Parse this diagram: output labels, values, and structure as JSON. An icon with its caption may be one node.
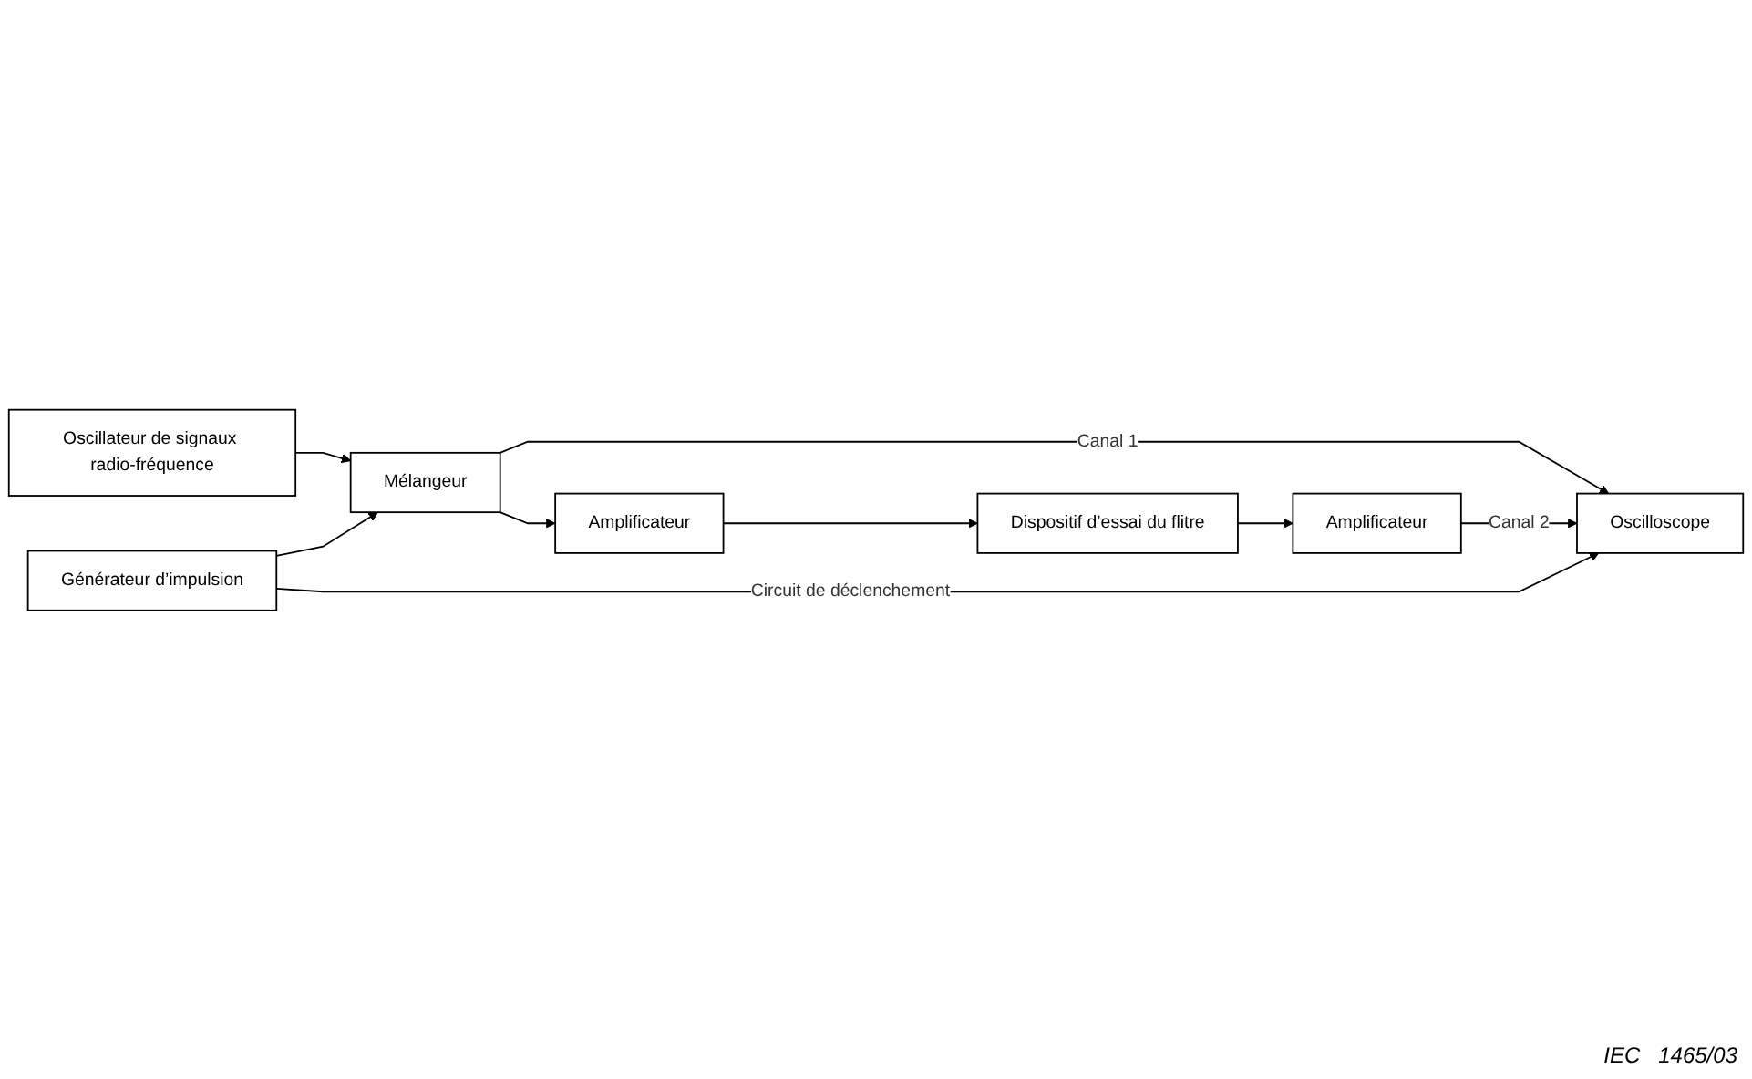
{
  "diagram": {
    "nodes": [
      {
        "text": [
          "Oscillateur de signaux radio-fréquence"
        ]
      },
      {
        "text": [
          "Mélangeur"
        ]
      },
      {
        "text": [
          "Amplificateur"
        ]
      },
      {
        "text": [
          "Dispositif d’essai du flitre"
        ]
      },
      {
        "text": [
          "Amplificateur"
        ]
      },
      {
        "text": [
          "Oscilloscope"
        ]
      },
      {
        "text": [
          "Générateur d’impulsion"
        ]
      }
    ],
    "edges": [
      {
        "from": 0,
        "to": 1,
        "arrow": "to"
      },
      {
        "from": 1,
        "to": 2,
        "arrow": "to"
      },
      {
        "from": 2,
        "to": 3,
        "arrow": "to"
      },
      {
        "from": 3,
        "to": 4,
        "arrow": "to"
      },
      {
        "from": 1,
        "to": 5,
        "arrow": "to",
        "label": "Canal 1"
      },
      {
        "from": 4,
        "to": 5,
        "arrow": "to",
        "label": "Canal 2"
      },
      {
        "from": 6,
        "to": 1,
        "arrow": "to"
      },
      {
        "from": 6,
        "to": 5,
        "arrow": "to",
        "label": "Circuit de déclenchement"
      }
    ],
    "labels": [
      "IEC   1465/03"
    ]
  }
}
